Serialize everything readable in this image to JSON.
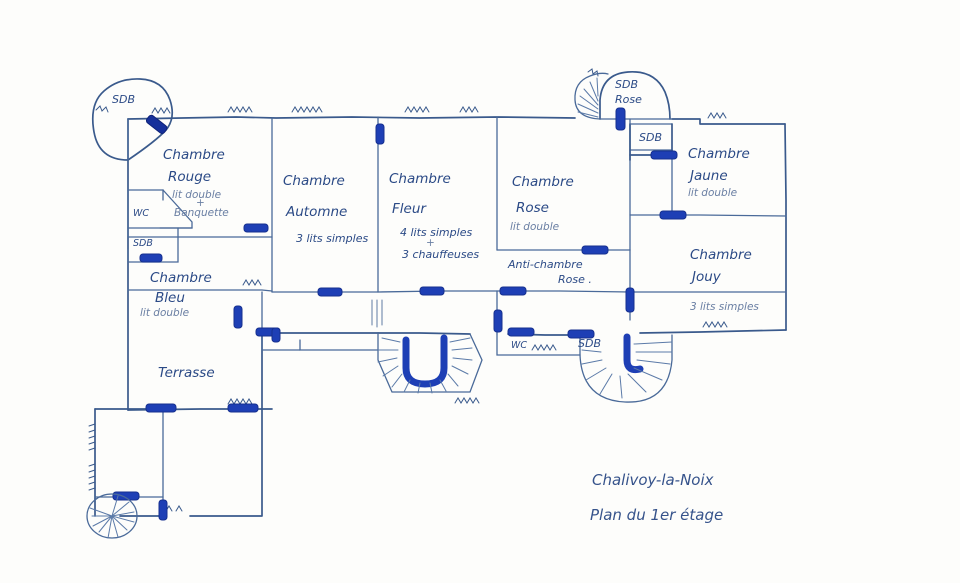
{
  "document": {
    "kind": "hand-drawn architectural floor plan",
    "ink_color": "#2f4f86",
    "accent_color": "#1e3fb5",
    "paper_color": "#fdfdfb"
  },
  "caption": {
    "line1": "Chalivoy-la-Noix",
    "line2": "Plan du 1er étage"
  },
  "rooms": [
    {
      "id": "sdb-left",
      "name": "SDB"
    },
    {
      "id": "chambre-rouge",
      "name": "Chambre",
      "name2": "Rouge",
      "sub1": "lit double",
      "plus": "+",
      "sub2": "Banquette"
    },
    {
      "id": "wc-left",
      "name": "WC"
    },
    {
      "id": "sdb-left-lower",
      "name": "SDB"
    },
    {
      "id": "chambre-bleu",
      "name": "Chambre",
      "name2": "Bleu",
      "sub1": "lit double"
    },
    {
      "id": "terrasse",
      "name": "Terrasse"
    },
    {
      "id": "chambre-automne",
      "name": "Chambre",
      "name2": "Automne",
      "sub1": "3 lits simples"
    },
    {
      "id": "chambre-fleur",
      "name": "Chambre",
      "name2": "Fleur",
      "sub1": "4 lits simples",
      "plus": "+",
      "sub2": "3 chauffeuses"
    },
    {
      "id": "chambre-rose",
      "name": "Chambre",
      "name2": "Rose",
      "sub1": "lit double"
    },
    {
      "id": "anti-chambre-rose",
      "name": "Anti-chambre",
      "name2": "Rose ."
    },
    {
      "id": "sdb-rose",
      "name": "SDB",
      "name2": "Rose"
    },
    {
      "id": "sdb-top-right",
      "name": "SDB"
    },
    {
      "id": "chambre-jaune",
      "name": "Chambre",
      "name2": "Jaune",
      "sub1": "lit double"
    },
    {
      "id": "chambre-jouy",
      "name": "Chambre",
      "name2": "Jouy",
      "sub1": "3 lits simples"
    },
    {
      "id": "wc-center",
      "name": "WC"
    },
    {
      "id": "sdb-center",
      "name": "SDB"
    }
  ],
  "labels": {
    "sdb_left": "SDB",
    "rouge_1": "Chambre",
    "rouge_2": "Rouge",
    "rouge_s1": "lit double",
    "rouge_plus": "+",
    "rouge_s2": "Banquette",
    "wc_left": "WC",
    "sdb_left_lower": "SDB",
    "bleu_1": "Chambre",
    "bleu_2": "Bleu",
    "bleu_s1": "lit double",
    "terrasse": "Terrasse",
    "automne_1": "Chambre",
    "automne_2": "Automne",
    "automne_s1": "3 lits simples",
    "fleur_1": "Chambre",
    "fleur_2": "Fleur",
    "fleur_s1": "4 lits simples",
    "fleur_plus": "+",
    "fleur_s2": "3 chauffeuses",
    "rose_1": "Chambre",
    "rose_2": "Rose",
    "rose_s1": "lit double",
    "anti_1": "Anti-chambre",
    "anti_2": "Rose .",
    "sdb_rose_1": "SDB",
    "sdb_rose_2": "Rose",
    "sdb_tr": "SDB",
    "jaune_1": "Chambre",
    "jaune_2": "Jaune",
    "jaune_s1": "lit double",
    "jouy_1": "Chambre",
    "jouy_2": "Jouy",
    "jouy_s1": "3 lits simples",
    "wc_center": "WC",
    "sdb_center": "SDB",
    "caption_1": "Chalivoy-la-Noix",
    "caption_2": "Plan du 1er étage"
  }
}
